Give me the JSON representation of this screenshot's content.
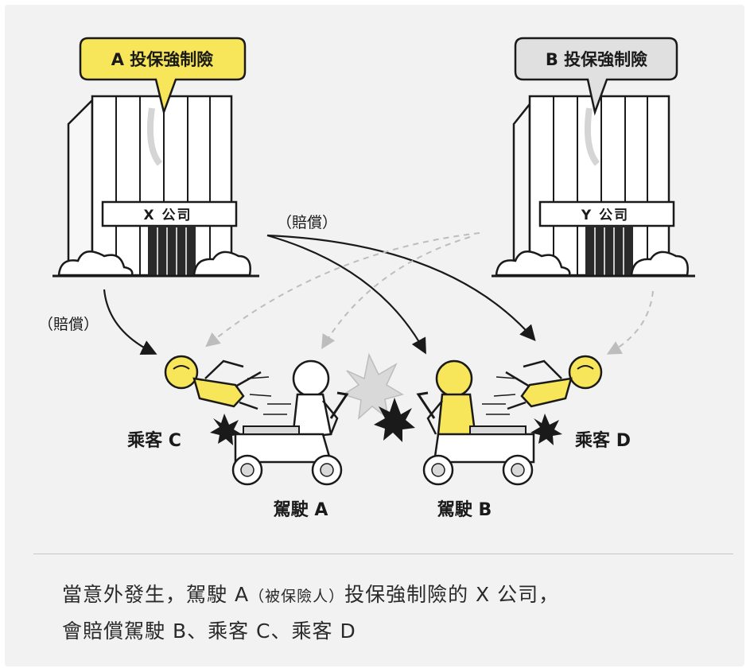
{
  "colors": {
    "background": "#f2f2f2",
    "highlight_yellow": "#f7e55a",
    "bubble_gray": "#e0e0e0",
    "ink": "#1a1a1a"
  },
  "companies": [
    {
      "bubble": "A 投保強制險",
      "building_label": "X 公司"
    },
    {
      "bubble": "B 投保強制險",
      "building_label": "Y 公司"
    }
  ],
  "arrows": {
    "compensation_top": "（賠償）",
    "compensation_left": "（賠償）"
  },
  "people": {
    "passenger_c": "乘客 C",
    "passenger_d": "乘客 D",
    "driver_a": "駕駛 A",
    "driver_b": "駕駛 B"
  },
  "caption": {
    "line1_a": "當意外發生，駕駛 A",
    "line1_note": "（被保險人）",
    "line1_b": "投保強制險的 X 公司，",
    "line2": "會賠償駕駛 B、乘客 C、乘客 D"
  }
}
